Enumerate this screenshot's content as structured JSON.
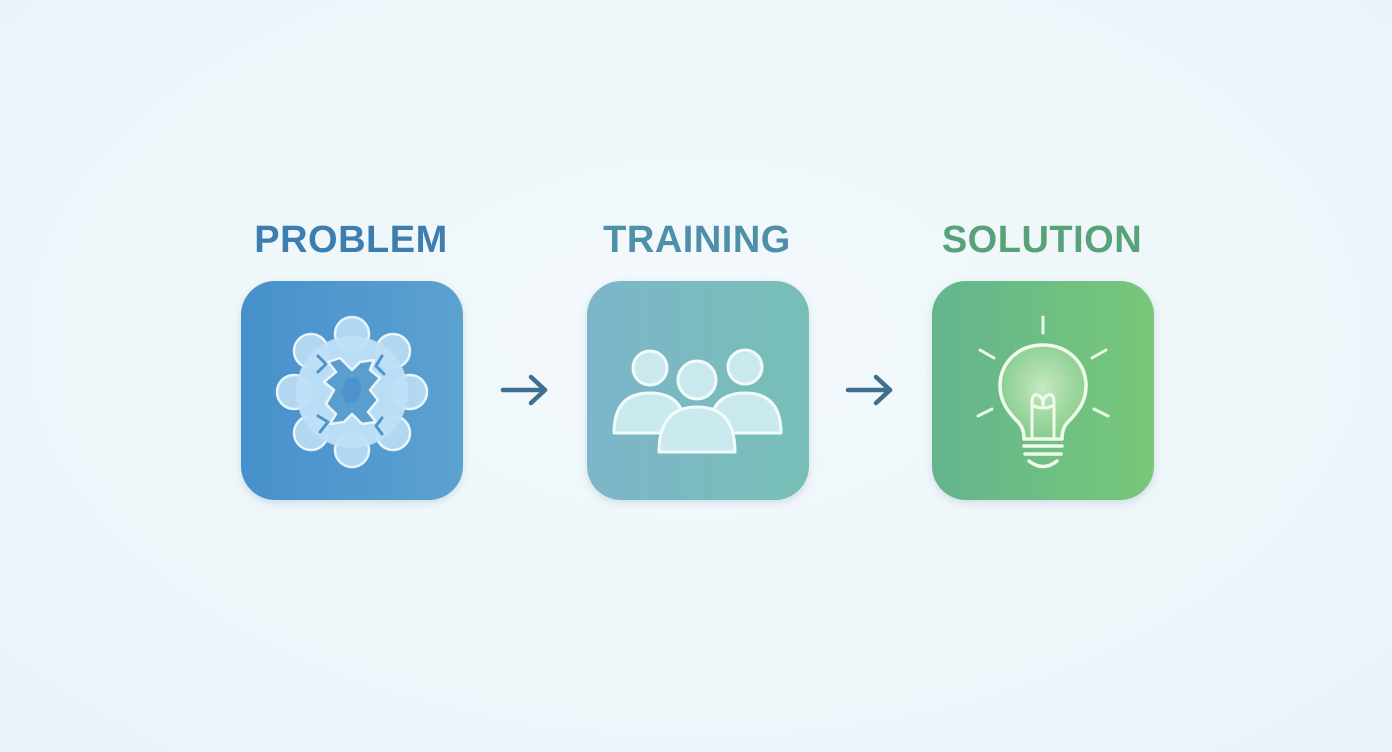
{
  "steps": [
    {
      "label": "PROBLEM",
      "icon": "broken-gear-icon",
      "color": "#3c7eaf"
    },
    {
      "label": "TRAINING",
      "icon": "people-group-icon",
      "color": "#4e90a8"
    },
    {
      "label": "SOLUTION",
      "icon": "lightbulb-icon",
      "color": "#58a27a"
    }
  ],
  "connector_icon": "arrow-right-icon",
  "arrow_color": "#3f6f8e"
}
